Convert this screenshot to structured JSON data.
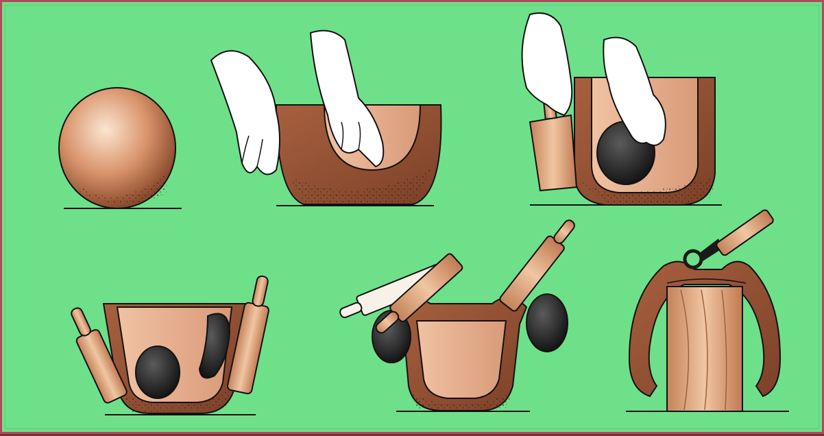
{
  "background_color": "#6ee08a",
  "border_color": "#b04a5a",
  "panels": [
    {
      "id": "clay-ball"
    },
    {
      "id": "shaping-bowl-hands"
    },
    {
      "id": "paddling-walls"
    },
    {
      "id": "bowl-with-rollers"
    },
    {
      "id": "shaping-rim"
    },
    {
      "id": "finished-pot-handle"
    }
  ]
}
